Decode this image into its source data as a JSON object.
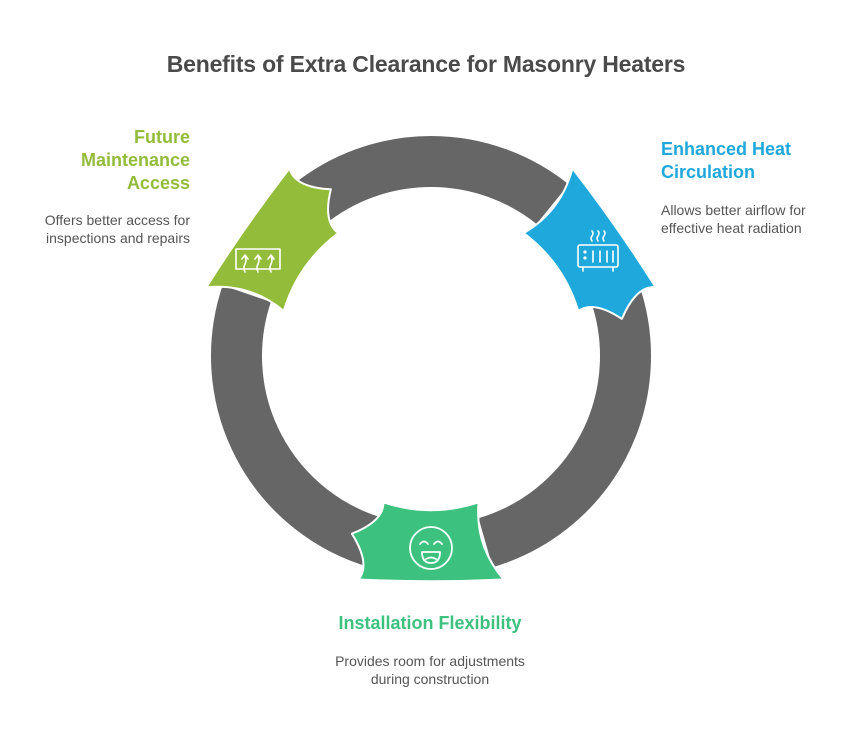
{
  "title": "Benefits of Extra Clearance for Masonry Heaters",
  "colors": {
    "ring": "#666666",
    "outline": "#ffffff"
  },
  "steps": [
    {
      "id": "future-maintenance-access",
      "title_lines": [
        "Future",
        "Maintenance",
        "Access"
      ],
      "title": "Future Maintenance Access",
      "description": "Offers better access for inspections and repairs",
      "icon": "vent-arrows-up-icon",
      "color": "#93bc3b",
      "position": "left"
    },
    {
      "id": "enhanced-heat-circulation",
      "title": "Enhanced Heat Circulation",
      "description": "Allows better airflow for effective heat radiation",
      "icon": "radiator-heater-icon",
      "color": "#1fa8dc",
      "position": "right"
    },
    {
      "id": "installation-flexibility",
      "title": "Installation Flexibility",
      "description": "Provides room for adjustments during construction",
      "icon": "smiley-face-icon",
      "color": "#3cc27e",
      "position": "bottom"
    }
  ]
}
